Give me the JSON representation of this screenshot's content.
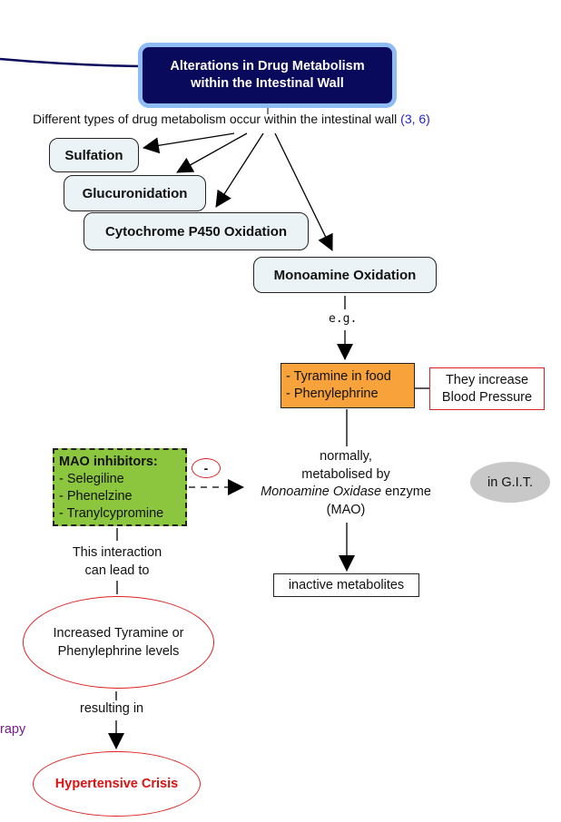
{
  "title": {
    "line1": "Alterations in Drug Metabolism",
    "line2": "within the Intestinal Wall"
  },
  "intro": {
    "text": "Different types of drug metabolism occur within the intestinal wall ",
    "ref": "(3, 6)"
  },
  "metabolism_types": [
    {
      "label": "Sulfation"
    },
    {
      "label": "Glucuronidation"
    },
    {
      "label": "Cytochrome P450 Oxidation"
    },
    {
      "label": "Monoamine Oxidation"
    }
  ],
  "eg_label": "e.g.",
  "substances": {
    "line1": "- Tyramine in food",
    "line2": "- Phenylephrine"
  },
  "bp_note": {
    "line1": "They increase",
    "line2": "Blood Pressure"
  },
  "mao_inhibitors": {
    "header": "MAO inhibitors:",
    "items": [
      "- Selegiline",
      "- Phenelzine",
      "- Tranylcypromine"
    ]
  },
  "inhibit_sign": "-",
  "metabolised": {
    "line1": "normally,",
    "line2": "metabolised by",
    "enzyme_italic": "Monoamine Oxidase",
    "enzyme_rest": " enzyme",
    "line4": "(MAO)"
  },
  "git_label": "in G.I.T.",
  "inactive": "inactive metabolites",
  "interaction": {
    "line1": "This interaction",
    "line2": "can lead to"
  },
  "increased_levels": {
    "line1": "Increased Tyramine or",
    "line2": "Phenylephrine levels"
  },
  "resulting_in": "resulting in",
  "crisis": "Hypertensive Crisis",
  "partial_left_text": "rapy",
  "colors": {
    "title_bg": "#0a0a5c",
    "title_border": "#8fbcf4",
    "orange": "#f7a23b",
    "green": "#8cc63f",
    "red": "#dd2222",
    "ref_blue": "#2323c8"
  }
}
